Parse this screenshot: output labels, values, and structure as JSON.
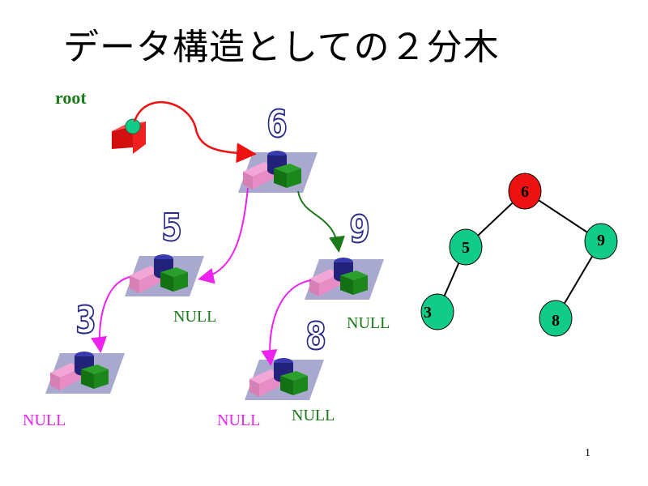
{
  "slide": {
    "title": "データ構造としての２分木",
    "page_number": "1"
  },
  "root_label": "root",
  "null_label": "NULL",
  "memory_nodes": [
    {
      "id": "n6",
      "value": "6"
    },
    {
      "id": "n5",
      "value": "5"
    },
    {
      "id": "n9",
      "value": "9"
    },
    {
      "id": "n3",
      "value": "3"
    },
    {
      "id": "n8",
      "value": "8"
    }
  ],
  "tree": {
    "nodes": [
      {
        "id": "t6",
        "value": "6",
        "highlight": true
      },
      {
        "id": "t5",
        "value": "5"
      },
      {
        "id": "t9",
        "value": "9"
      },
      {
        "id": "t3",
        "value": "3"
      },
      {
        "id": "t8",
        "value": "8"
      }
    ],
    "edges": [
      [
        "t6",
        "t5"
      ],
      [
        "t6",
        "t9"
      ],
      [
        "t5",
        "t3"
      ],
      [
        "t9",
        "t8"
      ]
    ]
  },
  "colors": {
    "root_pointer": "#ee1111",
    "left_pointer": "#ee22ee",
    "right_pointer": "#1a7a1a",
    "tree_node": "#11cc88",
    "tree_root": "#ee1111",
    "null_left": "#ee22ee",
    "null_right": "#1a7a1a"
  }
}
